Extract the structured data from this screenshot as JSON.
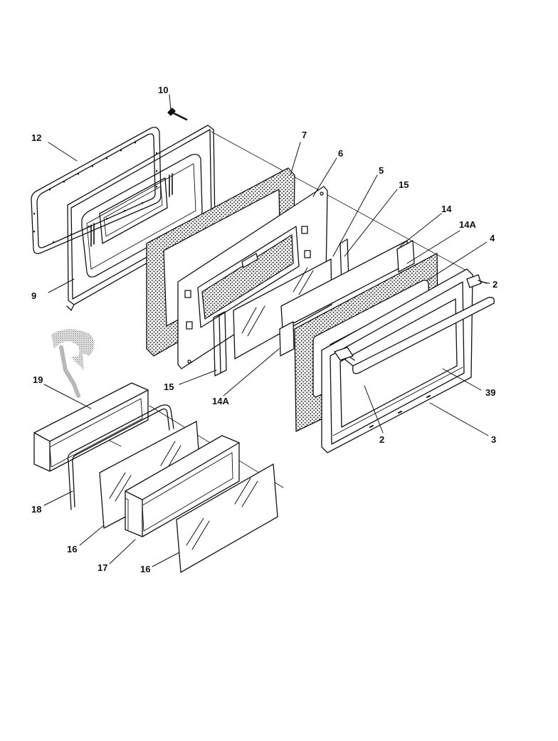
{
  "callouts": {
    "c10": "10",
    "c12": "12",
    "c9": "9",
    "c7": "7",
    "c6": "6",
    "c5": "5",
    "c15a": "15",
    "c14": "14",
    "c14a_top": "14A",
    "c4": "4",
    "c2_right": "2",
    "c39": "39",
    "c3": "3",
    "c2_bottom": "2",
    "c15b": "15",
    "c14a_bottom": "14A",
    "c19": "19",
    "c18": "18",
    "c16a": "16",
    "c17": "17",
    "c16b": "16"
  },
  "colors": {
    "line": "#111111",
    "paper": "#ffffff",
    "insulation": "#555555"
  }
}
